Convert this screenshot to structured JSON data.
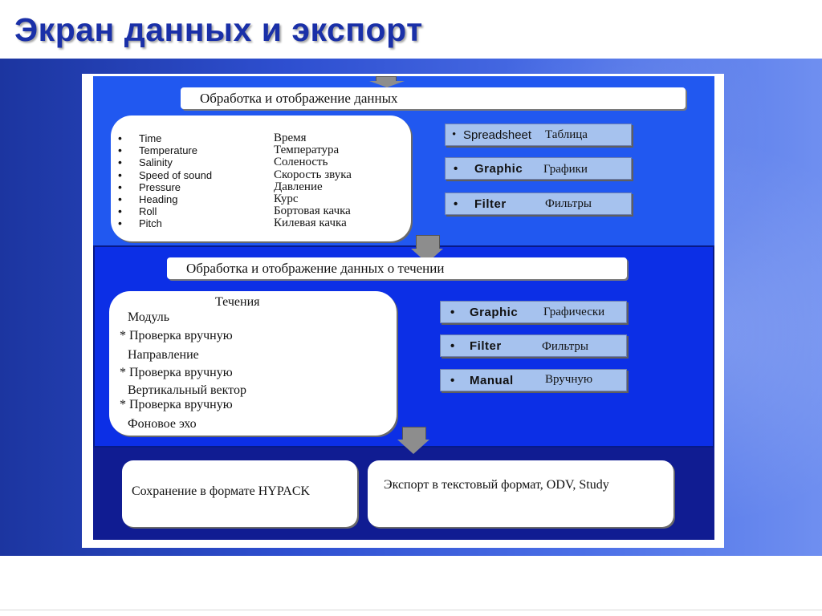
{
  "title": "Экран данных и экспорт",
  "section1": {
    "header": "Обработка и отображение данных",
    "params_en": [
      "Time",
      "Temperature",
      "Salinity",
      "Speed of sound",
      "Pressure",
      "Heading",
      "Roll",
      "Pitch"
    ],
    "params_ru": [
      "Время",
      "Температура",
      "Соленость",
      "Скорость звука",
      "Давление",
      "Курс",
      "Бортовая качка",
      "Килевая качка"
    ],
    "buttons": [
      {
        "key": "Spreadsheet",
        "value": "Таблица"
      },
      {
        "key": "Graphic",
        "value": "Графики"
      },
      {
        "key": "Filter",
        "value": "Фильтры"
      }
    ]
  },
  "section2": {
    "header": "Обработка и отображение данных о течении",
    "currents_title": "Течения",
    "currents_items": [
      "Модуль",
      "* Проверка вручную",
      "Направление",
      "* Проверка вручную",
      "Вертикальный вектор",
      "* Проверка вручную",
      "Фоновое эхо"
    ],
    "buttons": [
      {
        "key": "Graphic",
        "value": "Графически"
      },
      {
        "key": "Filter",
        "value": "Фильтры"
      },
      {
        "key": "Manual",
        "value": "Вручную"
      }
    ]
  },
  "section3": {
    "save": "Сохранение в формате HYPACK",
    "export": "Экспорт в текстовый формат, ODV, Study"
  },
  "colors": {
    "title": "#1a30a8",
    "section1_bg": "#2158f0",
    "section2_bg": "#0c2fe6",
    "section3_bg": "#101c92",
    "button_bg": "#a6c2ee"
  },
  "icons": {
    "flow_arrow": "down-arrow-icon",
    "bullet": "bullet-icon"
  }
}
